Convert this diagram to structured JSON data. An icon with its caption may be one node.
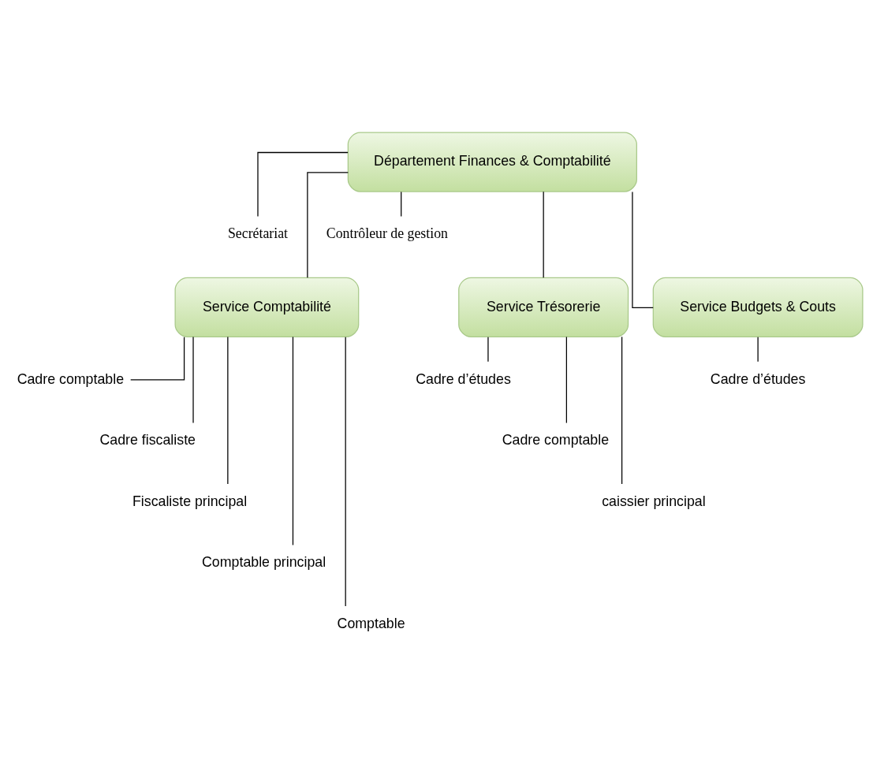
{
  "diagram": {
    "nodes": [
      {
        "text": [
          "Département Finances & Comptabilité"
        ]
      },
      {
        "text": [
          "Secrétariat"
        ]
      },
      {
        "text": [
          "Contrôleur de gestion"
        ]
      },
      {
        "text": [
          "Service Comptabilité"
        ]
      },
      {
        "text": [
          "Service Trésorerie"
        ]
      },
      {
        "text": [
          "Service Budgets & Couts"
        ]
      },
      {
        "text": [
          "Cadre comptable"
        ]
      },
      {
        "text": [
          "Cadre fiscaliste"
        ]
      },
      {
        "text": [
          "Fiscaliste principal"
        ]
      },
      {
        "text": [
          "Comptable principal"
        ]
      },
      {
        "text": [
          "Comptable"
        ]
      },
      {
        "text": [
          "Cadre d’études"
        ]
      },
      {
        "text": [
          "Cadre comptable"
        ]
      },
      {
        "text": [
          "caissier principal"
        ]
      },
      {
        "text": [
          "Cadre d’études"
        ]
      }
    ],
    "edges": [
      {
        "from": 0,
        "to": 1,
        "arrow": "none"
      },
      {
        "from": 0,
        "to": 2,
        "arrow": "none"
      },
      {
        "from": 0,
        "to": 3,
        "arrow": "none"
      },
      {
        "from": 0,
        "to": 4,
        "arrow": "none"
      },
      {
        "from": 0,
        "to": 5,
        "arrow": "none"
      },
      {
        "from": 3,
        "to": 6,
        "arrow": "none"
      },
      {
        "from": 3,
        "to": 7,
        "arrow": "none"
      },
      {
        "from": 3,
        "to": 8,
        "arrow": "none"
      },
      {
        "from": 3,
        "to": 9,
        "arrow": "none"
      },
      {
        "from": 3,
        "to": 10,
        "arrow": "none"
      },
      {
        "from": 4,
        "to": 11,
        "arrow": "none"
      },
      {
        "from": 4,
        "to": 12,
        "arrow": "none"
      },
      {
        "from": 4,
        "to": 13,
        "arrow": "none"
      },
      {
        "from": 5,
        "to": 14,
        "arrow": "none"
      }
    ]
  }
}
